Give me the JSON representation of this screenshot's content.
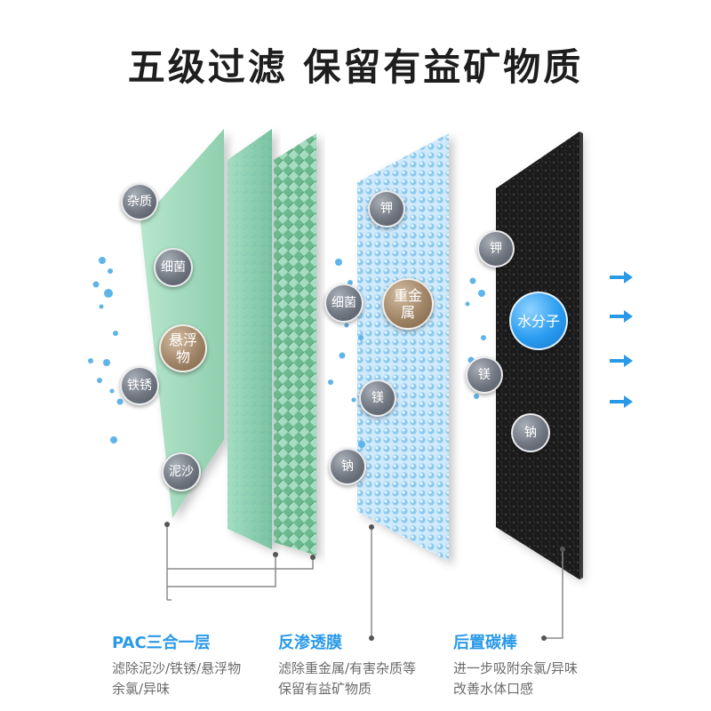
{
  "title": "五级过滤 保留有益矿物质",
  "balls": {
    "zazhi": "杂质",
    "xijun1": "细菌",
    "xuanfu": "悬浮物",
    "tiexiu": "铁锈",
    "nisha": "泥沙",
    "jia1": "钾",
    "xijun2": "细菌",
    "zhongjinshu": "重金属",
    "mei1": "镁",
    "na1": "钠",
    "jia2": "钾",
    "shuifenzi": "水分子",
    "mei2": "镁",
    "na2": "钠"
  },
  "captions": [
    {
      "title": "PAC三合一层",
      "line1": "滤除泥沙/铁锈/悬浮物",
      "line2": "余氯/异味"
    },
    {
      "title": "反渗透膜",
      "line1": "滤除重金属/有害杂质等",
      "line2": "保留有益矿物质"
    },
    {
      "title": "后置碳棒",
      "line1": "进一步吸附余氯/异味",
      "line2": "改善水体口感"
    }
  ],
  "colors": {
    "accent_blue": "#2a9ae8",
    "pac_green": "#a9dcc1",
    "membrane_blue": "#a9d6f2",
    "carbon_black": "#1c1c1c"
  }
}
